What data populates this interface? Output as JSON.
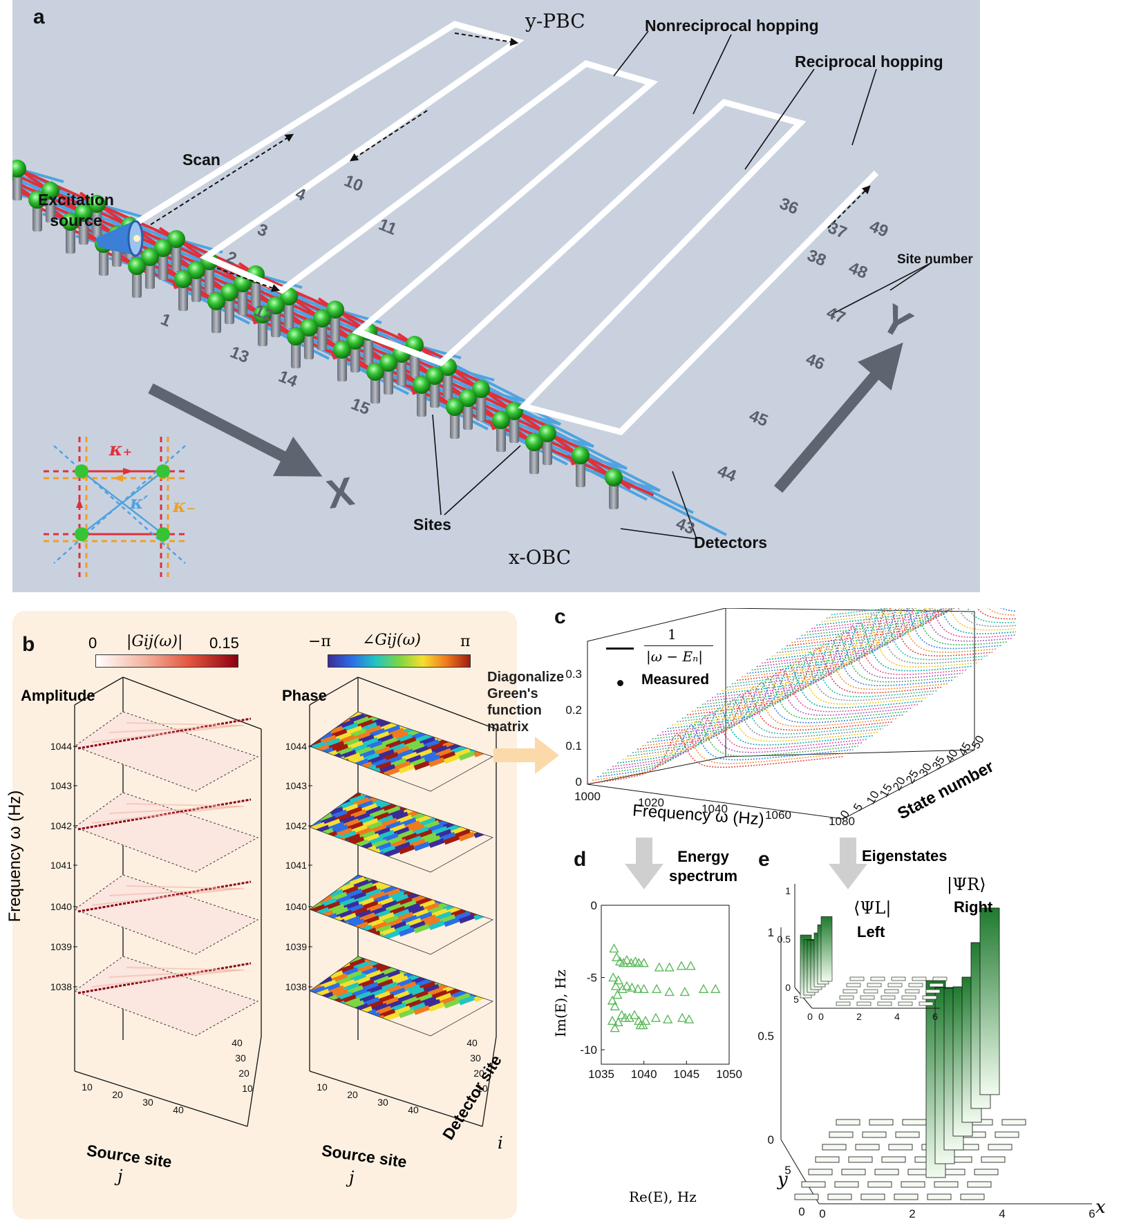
{
  "panel_a": {
    "letter": "a",
    "labels": {
      "y_pbc": "y-PBC",
      "x_obc": "x-OBC",
      "nonreciprocal": "Nonreciprocal hopping",
      "reciprocal": "Reciprocal hopping",
      "scan": "Scan",
      "excitation": "Excitation\nsource",
      "site_number": "Site number",
      "sites": "Sites",
      "detectors": "Detectors",
      "axis_x": "X",
      "axis_y": "Y"
    },
    "site_numbers": [
      "49",
      "48",
      "47",
      "46",
      "45",
      "44",
      "43",
      "1",
      "2",
      "3",
      "4",
      "10",
      "11",
      "12",
      "13",
      "14",
      "15",
      "36",
      "37",
      "38"
    ],
    "inset": {
      "kappa_plus": "κ₊",
      "kappa_minus": "κ₋",
      "kappa_prime": "κ′"
    },
    "colors": {
      "background": "#c9d1df",
      "nonreciprocal": "#e0303a",
      "reciprocal": "#4fa3e0",
      "site": "#35c435",
      "scan_path": "#ffffff",
      "kappa_minus": "#f0a020"
    }
  },
  "panel_b": {
    "letter": "b",
    "amplitude_title": "Amplitude",
    "phase_title": "Phase",
    "amp_colorbar": {
      "label": "|Gij(ω)|",
      "min": "0",
      "max": "0.15"
    },
    "phase_colorbar": {
      "label": "∠Gij(ω)",
      "min": "−π",
      "max": "π"
    },
    "ylabel": "Frequency ω (Hz)",
    "freq_ticks": [
      "1044",
      "1043",
      "1042",
      "1041",
      "1040",
      "1039",
      "1038"
    ],
    "source_ticks": [
      "10",
      "20",
      "30",
      "40"
    ],
    "detector_ticks": [
      "10",
      "20",
      "30",
      "40"
    ],
    "xlabel": "Source site",
    "xvar": "j",
    "zlabel": "Detector site",
    "zvar": "i",
    "arrow_text": "Diagonalize\nGreen's\nfunction\nmatrix"
  },
  "panel_c": {
    "letter": "c",
    "legend": {
      "formula_num": "1",
      "formula_den": "|ω − Eₙ|",
      "measured": "Measured"
    },
    "xlabel": "Frequency ω (Hz)",
    "ylabel": "State number",
    "x_ticks": [
      "1000",
      "1020",
      "1040",
      "1060",
      "1080"
    ],
    "y_ticks": [
      "0",
      "5",
      "10",
      "15",
      "20",
      "25",
      "30",
      "35",
      "40",
      "45",
      "50"
    ],
    "z_ticks": [
      "0",
      "0.1",
      "0.2",
      "0.3"
    ]
  },
  "panel_d": {
    "letter": "d",
    "arrow_label": "Energy\nspectrum",
    "xlabel": "Re(E), Hz",
    "ylabel": "Im(E), Hz",
    "x_ticks": [
      "1035",
      "1040",
      "1045",
      "1050"
    ],
    "y_ticks": [
      "0",
      "-5",
      "-10"
    ]
  },
  "panel_e": {
    "letter": "e",
    "arrow_label": "Eigenstates",
    "right_label": "|ΨR⟩",
    "right_word": "Right",
    "left_label": "⟨ΨL|",
    "left_word": "Left",
    "z_ticks": [
      "0",
      "0.5",
      "1"
    ],
    "inset_z_ticks": [
      "0",
      "0.5",
      "1"
    ],
    "x_ticks": [
      "0",
      "2",
      "4",
      "6"
    ],
    "y_ticks": [
      "0",
      "5"
    ],
    "inset_x_ticks": [
      "0",
      "2",
      "4",
      "6"
    ],
    "inset_y_ticks": [
      "0",
      "5"
    ],
    "xvar": "x",
    "yvar": "y"
  },
  "chart_data": [
    {
      "type": "scatter",
      "title": "",
      "xlabel": "Re(E), Hz",
      "ylabel": "Im(E), Hz",
      "xlim": [
        1035,
        1050
      ],
      "ylim": [
        -11,
        0
      ],
      "marker": "triangle",
      "color": "#5cb85c",
      "series": [
        {
          "values": [
            [
              1036.5,
              -3.0
            ],
            [
              1036.8,
              -3.6
            ],
            [
              1037.2,
              -3.9
            ],
            [
              1037.6,
              -4.0
            ],
            [
              1038.0,
              -3.8
            ],
            [
              1038.5,
              -4.0
            ],
            [
              1039.0,
              -3.9
            ],
            [
              1039.4,
              -4.0
            ],
            [
              1040.0,
              -4.0
            ],
            [
              1041.8,
              -4.3
            ],
            [
              1043.0,
              -4.3
            ],
            [
              1044.4,
              -4.2
            ],
            [
              1045.5,
              -4.2
            ],
            [
              1036.4,
              -5.0
            ],
            [
              1036.7,
              -5.6
            ],
            [
              1037.0,
              -5.2
            ],
            [
              1037.5,
              -5.8
            ],
            [
              1038.0,
              -5.6
            ],
            [
              1038.6,
              -5.7
            ],
            [
              1039.3,
              -5.8
            ],
            [
              1040.0,
              -5.8
            ],
            [
              1041.5,
              -5.8
            ],
            [
              1043.0,
              -6.0
            ],
            [
              1044.8,
              -6.0
            ],
            [
              1047.0,
              -5.8
            ],
            [
              1048.4,
              -5.8
            ],
            [
              1036.3,
              -6.6
            ],
            [
              1036.6,
              -7.0
            ],
            [
              1036.9,
              -6.2
            ],
            [
              1037.4,
              -7.6
            ],
            [
              1037.8,
              -7.8
            ],
            [
              1038.3,
              -7.8
            ],
            [
              1038.9,
              -7.6
            ],
            [
              1039.4,
              -8.0
            ],
            [
              1039.9,
              -8.3
            ],
            [
              1040.2,
              -8.0
            ],
            [
              1041.4,
              -7.8
            ],
            [
              1042.8,
              -7.9
            ],
            [
              1044.5,
              -7.8
            ],
            [
              1045.3,
              -7.9
            ],
            [
              1036.3,
              -8.0
            ],
            [
              1036.6,
              -8.5
            ],
            [
              1037.0,
              -8.1
            ],
            [
              1039.6,
              -8.3
            ]
          ]
        }
      ]
    },
    {
      "type": "line",
      "title": "",
      "xlabel": "Frequency ω (Hz)",
      "ylabel": "State number",
      "zlabel": "",
      "xlim": [
        1000,
        1080
      ],
      "ylim": [
        0,
        50
      ],
      "zlim": [
        0,
        0.3
      ],
      "legend": [
        "1/|ω − En|",
        "Measured"
      ]
    },
    {
      "type": "bar",
      "title": "",
      "xlabel": "x",
      "ylabel": "y",
      "zlim": [
        0,
        1
      ],
      "series": [
        {
          "name": "Right",
          "values": [
            0.95,
            0.85,
            0.78,
            0.72,
            0.7,
            0.8,
            0.9
          ]
        },
        {
          "name": "Left",
          "values": [
            0.7,
            0.62,
            0.58,
            0.55,
            0.6,
            0.66,
            0.72
          ]
        }
      ]
    }
  ]
}
